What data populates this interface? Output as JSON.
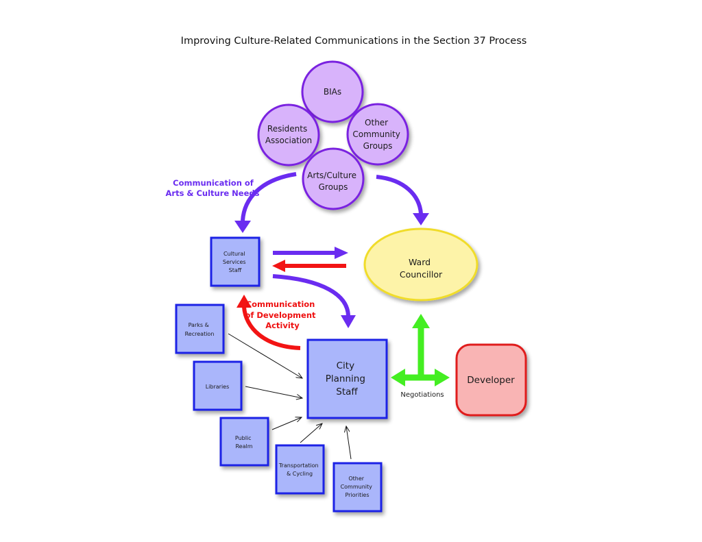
{
  "title": "Improving Culture-Related Communications in the Section 37 Process",
  "colors": {
    "community_fill": "#d8b3fb",
    "community_stroke": "#7a22e0",
    "staff_fill": "#aab6fb",
    "staff_stroke": "#1a22e6",
    "councillor_fill": "#fdf3a8",
    "councillor_stroke": "#f0dc2a",
    "developer_fill": "#f9b4b4",
    "developer_stroke": "#e01a1a",
    "purple_arrow": "#6a2cf0",
    "red_arrow": "#f21414",
    "green_arrow": "#44ee22"
  },
  "community_groups": [
    {
      "id": "bias",
      "lines": [
        "BIAs"
      ]
    },
    {
      "id": "residents",
      "lines": [
        "Residents",
        "Association"
      ]
    },
    {
      "id": "other-community",
      "lines": [
        "Other",
        "Community",
        "Groups"
      ]
    },
    {
      "id": "arts-culture",
      "lines": [
        "Arts/Culture",
        "Groups"
      ]
    }
  ],
  "cultural_services": {
    "lines": [
      "Cultural",
      "Services",
      "Staff"
    ]
  },
  "ward_councillor": {
    "lines": [
      "Ward",
      "Councillor"
    ]
  },
  "city_planning": {
    "lines": [
      "City",
      "Planning",
      "Staff"
    ]
  },
  "developer": {
    "lines": [
      "Developer"
    ]
  },
  "departments": [
    {
      "id": "parks",
      "lines": [
        "Parks &",
        "Recreation"
      ]
    },
    {
      "id": "libraries",
      "lines": [
        "Libraries"
      ]
    },
    {
      "id": "public-realm",
      "lines": [
        "Public",
        "Realm"
      ]
    },
    {
      "id": "transportation",
      "lines": [
        "Transportation",
        "& Cycling"
      ]
    },
    {
      "id": "other-priorities",
      "lines": [
        "Other",
        "Community",
        "Priorities"
      ]
    }
  ],
  "labels": {
    "arts_needs": [
      "Communication of",
      "Arts & Culture Needs"
    ],
    "development_activity": [
      "Communication",
      "of Development",
      "Activity"
    ],
    "negotiations": "Negotiations"
  }
}
